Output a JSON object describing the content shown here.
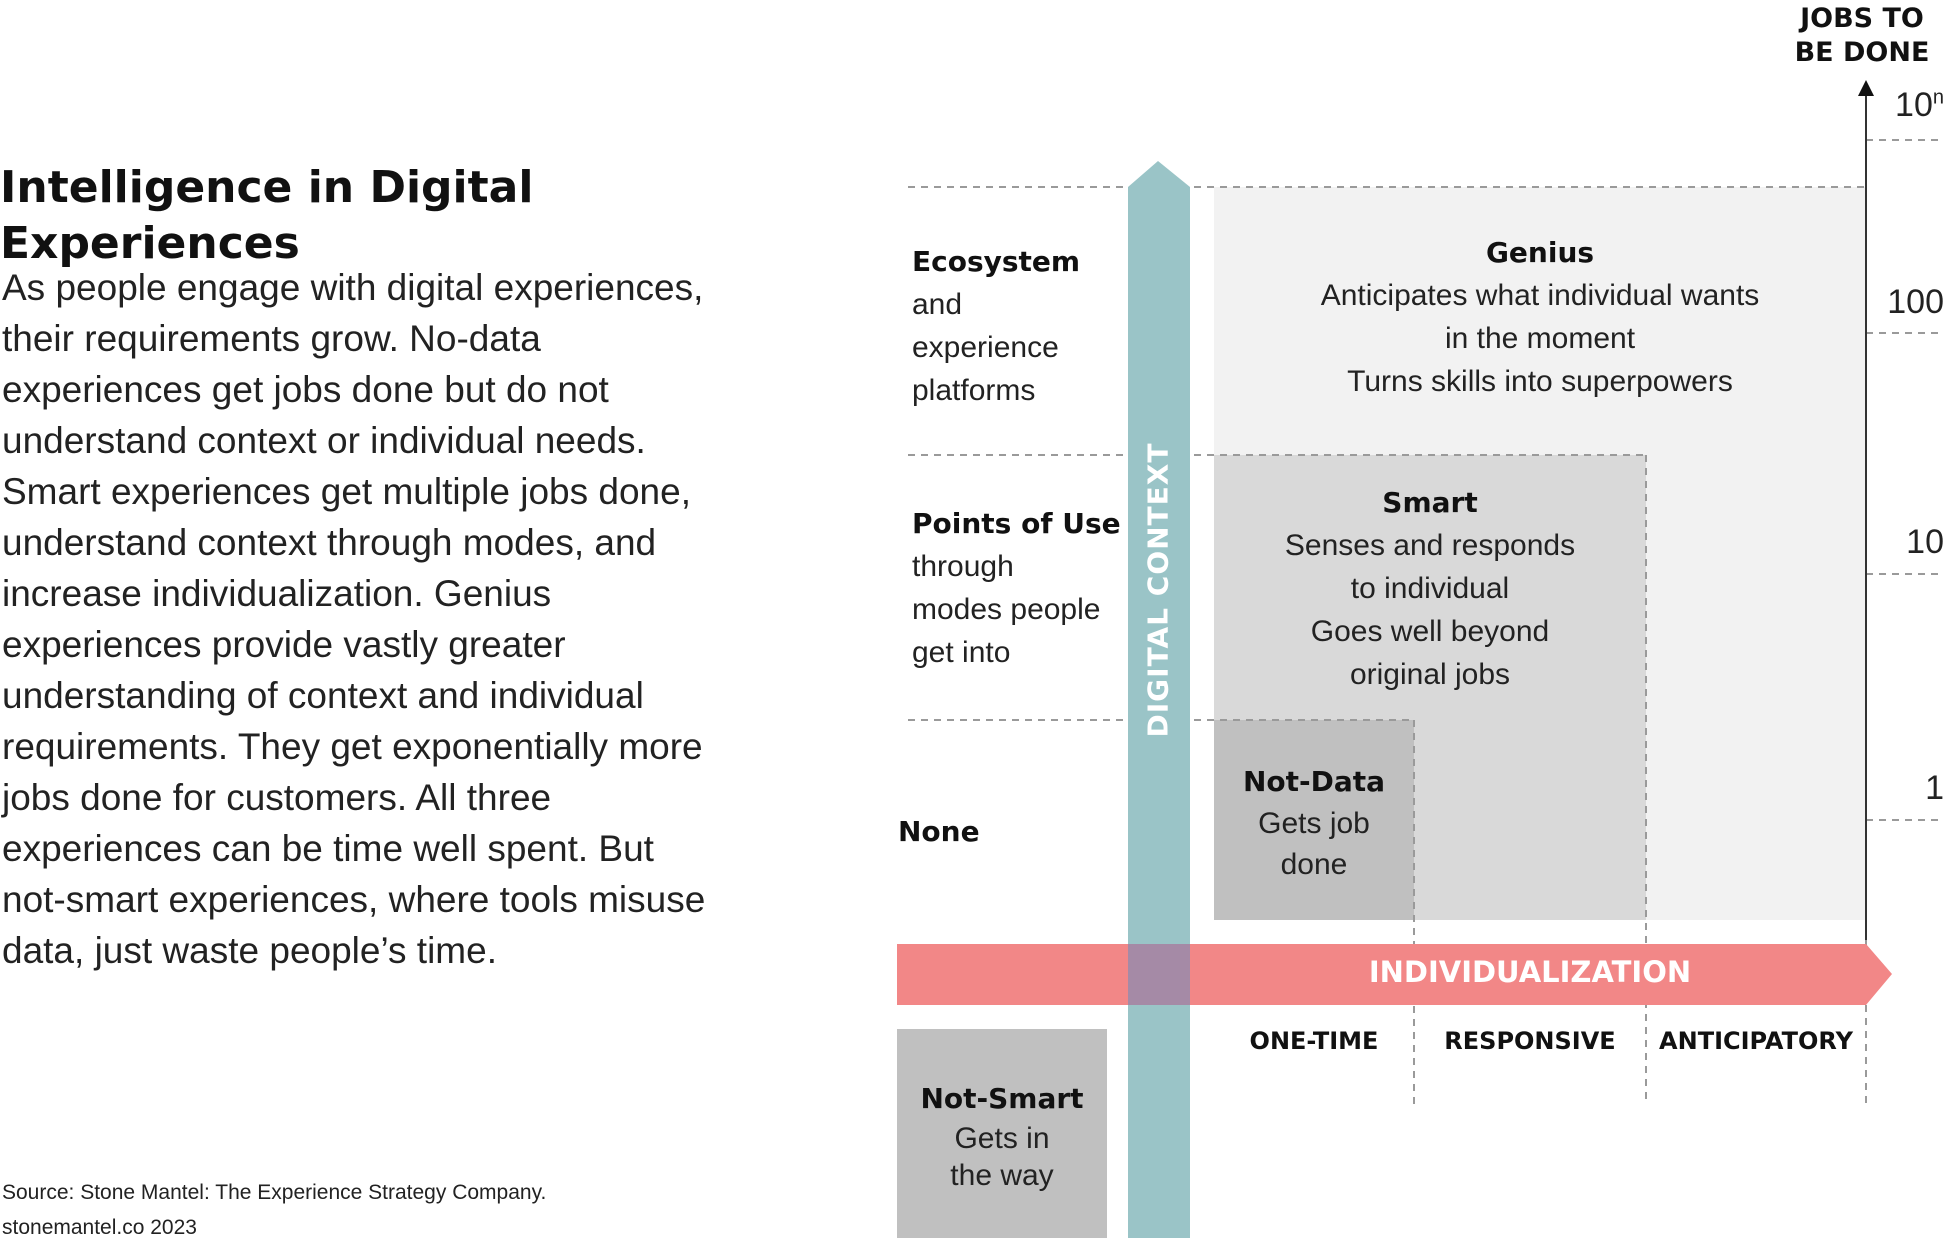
{
  "title": "Intelligence in Digital Experiences",
  "body_lines": [
    "As people engage with digital experiences,",
    "their requirements grow. No-data",
    "experiences get jobs done but do not",
    "understand context or individual needs.",
    "Smart experiences get multiple jobs done,",
    "understand context through modes, and",
    "increase individualization. Genius",
    "experiences provide vastly greater",
    "understanding of context and individual",
    "requirements. They get exponentially more",
    "jobs done for customers. All three",
    "experiences can be time well spent. But",
    "not-smart experiences, where tools misuse",
    "data, just waste people’s time."
  ],
  "source": {
    "line1": "Source: Stone Mantel: The Experience Strategy Company.",
    "line2": "stonemantel.co  2023"
  },
  "colors": {
    "digital_context_bar": "#9ac4c7",
    "individualization_bar": "#f28787",
    "overlap": "#a58aa6",
    "genius_box": "#f2f2f2",
    "smart_box": "#d9d9d9",
    "not_data_box": "#c0c0c0",
    "not_smart_box": "#c0c0c0"
  },
  "diagram": {
    "jobs_axis_title": [
      "JOBS TO",
      "BE DONE"
    ],
    "jobs_ticks": [
      {
        "base": "10",
        "sup": "n"
      },
      {
        "base": "100",
        "sup": ""
      },
      {
        "base": "10",
        "sup": ""
      },
      {
        "base": "1",
        "sup": ""
      }
    ],
    "digital_context_label": "DIGITAL CONTEXT",
    "individualization_label": "INDIVIDUALIZATION",
    "columns": [
      "ONE-TIME",
      "RESPONSIVE",
      "ANTICIPATORY"
    ],
    "context_levels": [
      {
        "title": "Ecosystem",
        "lines": [
          "and",
          "experience",
          "platforms"
        ]
      },
      {
        "title": "Points of Use",
        "lines": [
          "through",
          "modes people",
          "get into"
        ]
      },
      {
        "title": "None",
        "lines": []
      }
    ],
    "boxes": {
      "genius": {
        "title": "Genius",
        "lines": [
          "Anticipates what individual wants",
          "in the moment",
          "Turns skills into superpowers"
        ]
      },
      "smart": {
        "title": "Smart",
        "lines": [
          "Senses and responds",
          "to individual",
          "Goes well beyond",
          "original jobs"
        ]
      },
      "not_data": {
        "title": "Not-Data",
        "lines": [
          "Gets job",
          "done"
        ]
      },
      "not_smart": {
        "title": "Not-Smart",
        "lines": [
          "Gets in",
          "the way"
        ]
      }
    }
  }
}
